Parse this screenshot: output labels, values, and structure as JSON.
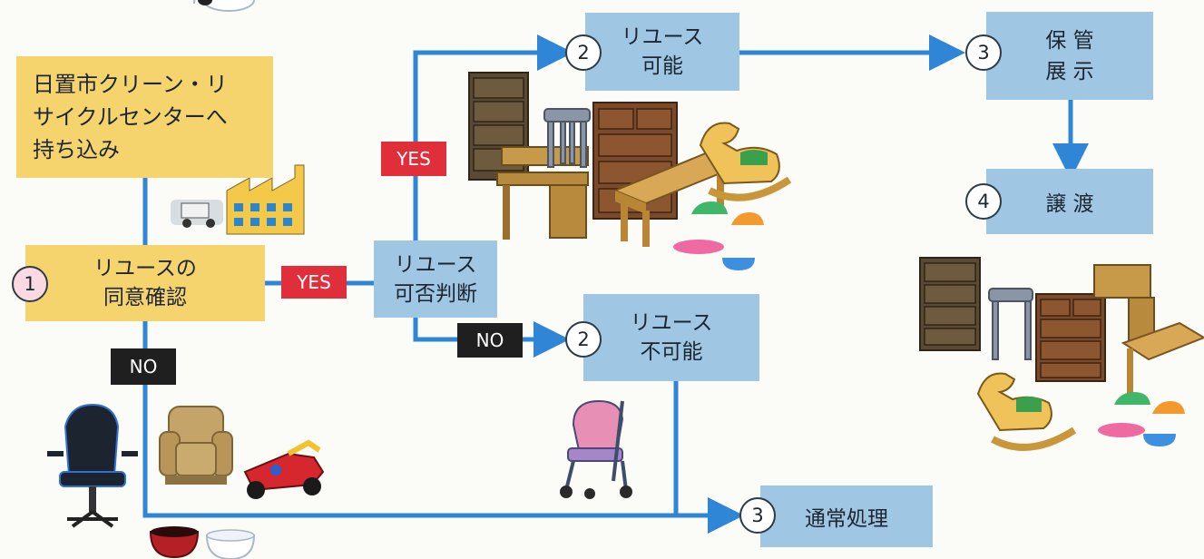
{
  "colors": {
    "flow_line": "#2f86d6",
    "yellow_box": "#f5d46e",
    "blue_box": "#9fc6e3",
    "yes_tag": "#e02f3a",
    "no_tag": "#1f1f1f",
    "step_circle_pink": "#fbd9e2"
  },
  "boxes": {
    "bring_in": {
      "lines": [
        "日置市クリーン・リ",
        "サイクルセンターへ",
        "持ち込み"
      ]
    },
    "consent": {
      "number": "1",
      "lines": [
        "リユースの",
        "同意確認"
      ]
    },
    "judge": {
      "lines": [
        "リユース",
        "可否判断"
      ]
    },
    "reusable": {
      "number": "2",
      "lines": [
        "リユース",
        "可能"
      ]
    },
    "not_reusable": {
      "number": "2",
      "lines": [
        "リユース",
        "不可能"
      ]
    },
    "storage": {
      "number": "3",
      "lines": [
        "保 管",
        "展 示"
      ]
    },
    "transfer": {
      "number": "4",
      "lines": [
        "譲 渡"
      ]
    },
    "normal": {
      "number": "3",
      "lines": [
        "通常処理"
      ]
    }
  },
  "tags": {
    "yes_consent": "YES",
    "yes_judge": "YES",
    "no_consent": "NO",
    "no_judge": "NO"
  },
  "illustrations": [
    "factory-truck-icon",
    "furniture-group-icon",
    "furniture-group-right-icon",
    "gaming-chair-icon",
    "armchair-icon",
    "race-car-toy-icon",
    "stroller-icon",
    "bowls-icon"
  ]
}
